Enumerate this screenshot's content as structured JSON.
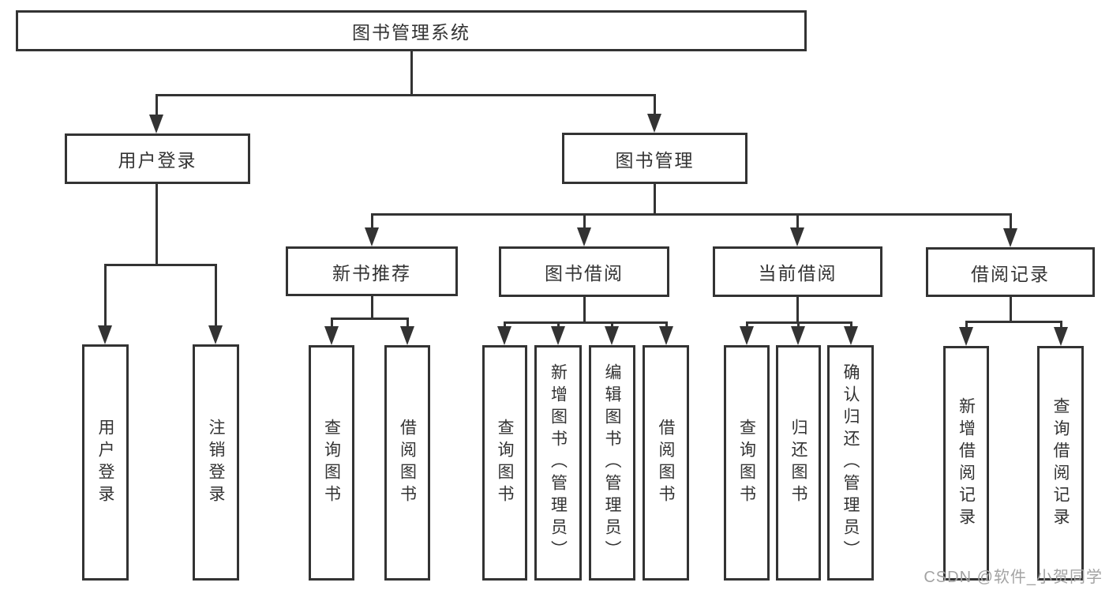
{
  "diagram": {
    "root": {
      "label": "图书管理系统"
    },
    "level2": [
      {
        "label": "用户登录"
      },
      {
        "label": "图书管理"
      }
    ],
    "level3": [
      {
        "label": "新书推荐"
      },
      {
        "label": "图书借阅"
      },
      {
        "label": "当前借阅"
      },
      {
        "label": "借阅记录"
      }
    ],
    "leaves": {
      "user_login": [
        "用户登录",
        "注销登录"
      ],
      "new_book": [
        "查询图书",
        "借阅图书"
      ],
      "book_borrow": [
        "查询图书",
        "新增图书（管理员）",
        "编辑图书（管理员）",
        "借阅图书"
      ],
      "current_borrow": [
        "查询图书",
        "归还图书",
        "确认归还（管理员）"
      ],
      "borrow_record": [
        "新增借阅记录",
        "查询借阅记录"
      ]
    }
  },
  "watermark": "CSDN @软件_小贺同学",
  "colors": {
    "line": "#333333",
    "text": "#333333",
    "background": "#ffffff",
    "watermark": "#a3a3a3"
  }
}
